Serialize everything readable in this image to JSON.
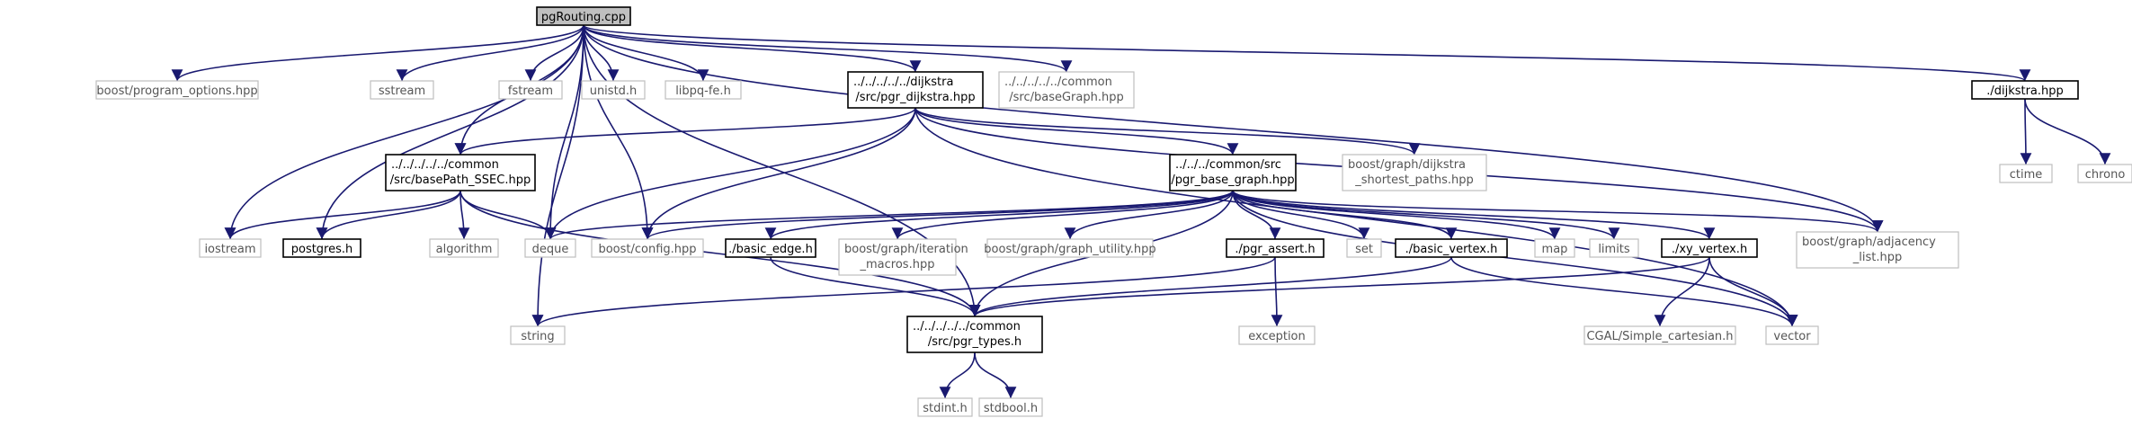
{
  "diagram": {
    "title": "",
    "nodes": [
      {
        "id": "root",
        "lines": [
          "pgRouting.cpp"
        ],
        "kind": "root"
      },
      {
        "id": "program_options",
        "lines": [
          "boost/program_options.hpp"
        ],
        "kind": "external"
      },
      {
        "id": "sstream",
        "lines": [
          "sstream"
        ],
        "kind": "external"
      },
      {
        "id": "fstream",
        "lines": [
          "fstream"
        ],
        "kind": "external"
      },
      {
        "id": "unistd",
        "lines": [
          "unistd.h"
        ],
        "kind": "external"
      },
      {
        "id": "libpq",
        "lines": [
          "libpq-fe.h"
        ],
        "kind": "external"
      },
      {
        "id": "pgr_dijkstra",
        "lines": [
          "../../../../../dijkstra",
          "/src/pgr_dijkstra.hpp"
        ],
        "kind": "local"
      },
      {
        "id": "baseGraph",
        "lines": [
          "../../../../../common",
          "/src/baseGraph.hpp"
        ],
        "kind": "external"
      },
      {
        "id": "dijkstra_hpp",
        "lines": [
          "./dijkstra.hpp"
        ],
        "kind": "local"
      },
      {
        "id": "ctime",
        "lines": [
          "ctime"
        ],
        "kind": "external"
      },
      {
        "id": "chrono",
        "lines": [
          "chrono"
        ],
        "kind": "external"
      },
      {
        "id": "basePath",
        "lines": [
          "../../../../../common",
          "/src/basePath_SSEC.hpp"
        ],
        "kind": "local"
      },
      {
        "id": "pgr_base_graph",
        "lines": [
          "../../../common/src",
          "/pgr_base_graph.hpp"
        ],
        "kind": "local"
      },
      {
        "id": "dijkstra_sp",
        "lines": [
          "boost/graph/dijkstra",
          "_shortest_paths.hpp"
        ],
        "kind": "external"
      },
      {
        "id": "iostream",
        "lines": [
          "iostream"
        ],
        "kind": "external"
      },
      {
        "id": "postgres",
        "lines": [
          "postgres.h"
        ],
        "kind": "local"
      },
      {
        "id": "algorithm",
        "lines": [
          "algorithm"
        ],
        "kind": "external"
      },
      {
        "id": "deque",
        "lines": [
          "deque"
        ],
        "kind": "external"
      },
      {
        "id": "boost_config",
        "lines": [
          "boost/config.hpp"
        ],
        "kind": "external"
      },
      {
        "id": "basic_edge",
        "lines": [
          "./basic_edge.h"
        ],
        "kind": "local"
      },
      {
        "id": "iteration_macros",
        "lines": [
          "boost/graph/iteration",
          "_macros.hpp"
        ],
        "kind": "external"
      },
      {
        "id": "graph_utility",
        "lines": [
          "boost/graph/graph_utility.hpp"
        ],
        "kind": "external"
      },
      {
        "id": "pgr_assert",
        "lines": [
          "./pgr_assert.h"
        ],
        "kind": "local"
      },
      {
        "id": "set",
        "lines": [
          "set"
        ],
        "kind": "external"
      },
      {
        "id": "basic_vertex",
        "lines": [
          "./basic_vertex.h"
        ],
        "kind": "local"
      },
      {
        "id": "map",
        "lines": [
          "map"
        ],
        "kind": "external"
      },
      {
        "id": "limits",
        "lines": [
          "limits"
        ],
        "kind": "external"
      },
      {
        "id": "xy_vertex",
        "lines": [
          "./xy_vertex.h"
        ],
        "kind": "local"
      },
      {
        "id": "adjacency_list",
        "lines": [
          "boost/graph/adjacency",
          "_list.hpp"
        ],
        "kind": "external"
      },
      {
        "id": "string",
        "lines": [
          "string"
        ],
        "kind": "external"
      },
      {
        "id": "pgr_types",
        "lines": [
          "../../../../../common",
          "/src/pgr_types.h"
        ],
        "kind": "local"
      },
      {
        "id": "exception",
        "lines": [
          "exception"
        ],
        "kind": "external"
      },
      {
        "id": "cgal",
        "lines": [
          "CGAL/Simple_cartesian.h"
        ],
        "kind": "external"
      },
      {
        "id": "vector",
        "lines": [
          "vector"
        ],
        "kind": "external"
      },
      {
        "id": "stdint",
        "lines": [
          "stdint.h"
        ],
        "kind": "external"
      },
      {
        "id": "stdbool",
        "lines": [
          "stdbool.h"
        ],
        "kind": "external"
      }
    ],
    "edges": [
      [
        "root",
        "program_options"
      ],
      [
        "root",
        "sstream"
      ],
      [
        "root",
        "fstream"
      ],
      [
        "root",
        "unistd"
      ],
      [
        "root",
        "libpq"
      ],
      [
        "root",
        "pgr_dijkstra"
      ],
      [
        "root",
        "baseGraph"
      ],
      [
        "root",
        "dijkstra_hpp"
      ],
      [
        "root",
        "basePath"
      ],
      [
        "root",
        "iostream"
      ],
      [
        "root",
        "postgres"
      ],
      [
        "root",
        "deque"
      ],
      [
        "root",
        "boost_config"
      ],
      [
        "root",
        "string"
      ],
      [
        "root",
        "pgr_types"
      ],
      [
        "root",
        "adjacency_list"
      ],
      [
        "dijkstra_hpp",
        "ctime"
      ],
      [
        "dijkstra_hpp",
        "chrono"
      ],
      [
        "pgr_dijkstra",
        "basePath"
      ],
      [
        "pgr_dijkstra",
        "pgr_base_graph"
      ],
      [
        "pgr_dijkstra",
        "dijkstra_sp"
      ],
      [
        "pgr_dijkstra",
        "deque"
      ],
      [
        "pgr_dijkstra",
        "boost_config"
      ],
      [
        "pgr_dijkstra",
        "vector"
      ],
      [
        "pgr_dijkstra",
        "adjacency_list"
      ],
      [
        "basePath",
        "iostream"
      ],
      [
        "basePath",
        "postgres"
      ],
      [
        "basePath",
        "algorithm"
      ],
      [
        "basePath",
        "deque"
      ],
      [
        "basePath",
        "pgr_types"
      ],
      [
        "pgr_base_graph",
        "deque"
      ],
      [
        "pgr_base_graph",
        "boost_config"
      ],
      [
        "pgr_base_graph",
        "basic_edge"
      ],
      [
        "pgr_base_graph",
        "iteration_macros"
      ],
      [
        "pgr_base_graph",
        "graph_utility"
      ],
      [
        "pgr_base_graph",
        "pgr_assert"
      ],
      [
        "pgr_base_graph",
        "set"
      ],
      [
        "pgr_base_graph",
        "basic_vertex"
      ],
      [
        "pgr_base_graph",
        "map"
      ],
      [
        "pgr_base_graph",
        "limits"
      ],
      [
        "pgr_base_graph",
        "xy_vertex"
      ],
      [
        "pgr_base_graph",
        "adjacency_list"
      ],
      [
        "pgr_base_graph",
        "vector"
      ],
      [
        "pgr_base_graph",
        "pgr_types"
      ],
      [
        "basic_edge",
        "pgr_types"
      ],
      [
        "pgr_assert",
        "string"
      ],
      [
        "pgr_assert",
        "exception"
      ],
      [
        "basic_vertex",
        "pgr_types"
      ],
      [
        "basic_vertex",
        "vector"
      ],
      [
        "xy_vertex",
        "pgr_types"
      ],
      [
        "xy_vertex",
        "cgal"
      ],
      [
        "xy_vertex",
        "vector"
      ],
      [
        "pgr_types",
        "stdint"
      ],
      [
        "pgr_types",
        "stdbool"
      ]
    ]
  }
}
